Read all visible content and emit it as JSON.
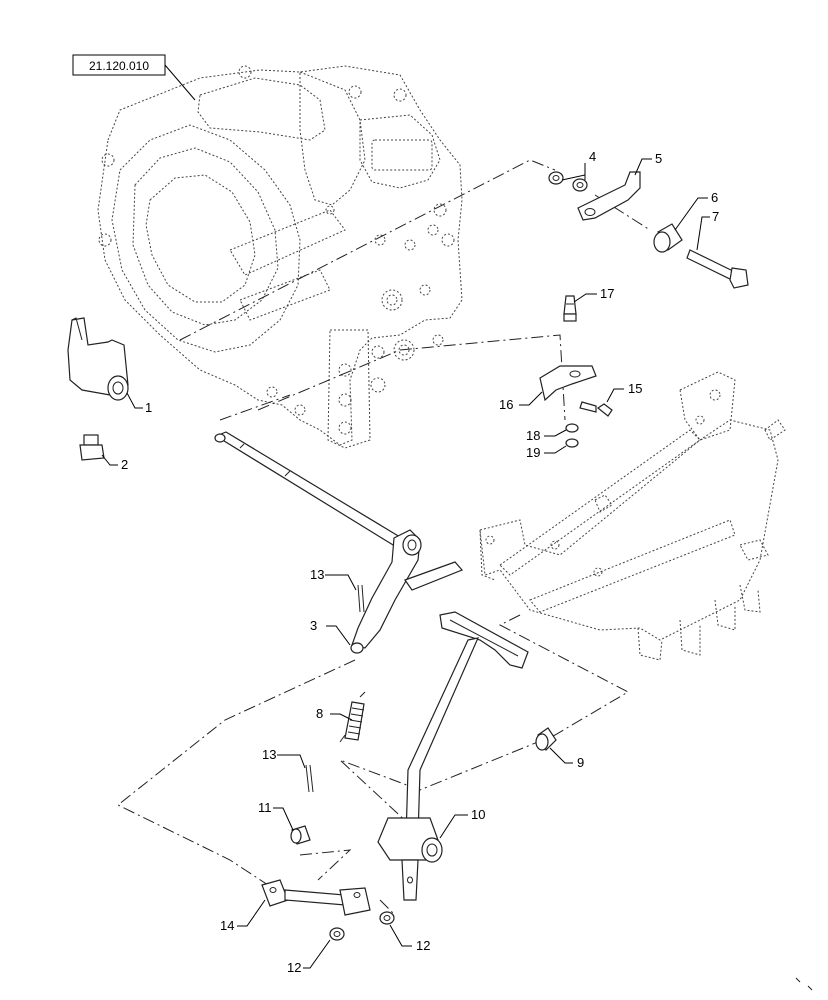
{
  "reference_box": {
    "label": "21.120.010"
  },
  "callouts": [
    {
      "id": "c1",
      "label": "1"
    },
    {
      "id": "c2",
      "label": "2"
    },
    {
      "id": "c3",
      "label": "3"
    },
    {
      "id": "c4",
      "label": "4"
    },
    {
      "id": "c5",
      "label": "5"
    },
    {
      "id": "c6",
      "label": "6"
    },
    {
      "id": "c7",
      "label": "7"
    },
    {
      "id": "c8",
      "label": "8"
    },
    {
      "id": "c9",
      "label": "9"
    },
    {
      "id": "c10",
      "label": "10"
    },
    {
      "id": "c11",
      "label": "11"
    },
    {
      "id": "c12a",
      "label": "12"
    },
    {
      "id": "c12b",
      "label": "12"
    },
    {
      "id": "c13a",
      "label": "13"
    },
    {
      "id": "c13b",
      "label": "13"
    },
    {
      "id": "c14",
      "label": "14"
    },
    {
      "id": "c15",
      "label": "15"
    },
    {
      "id": "c16",
      "label": "16"
    },
    {
      "id": "c17",
      "label": "17"
    },
    {
      "id": "c18",
      "label": "18"
    },
    {
      "id": "c19",
      "label": "19"
    }
  ]
}
